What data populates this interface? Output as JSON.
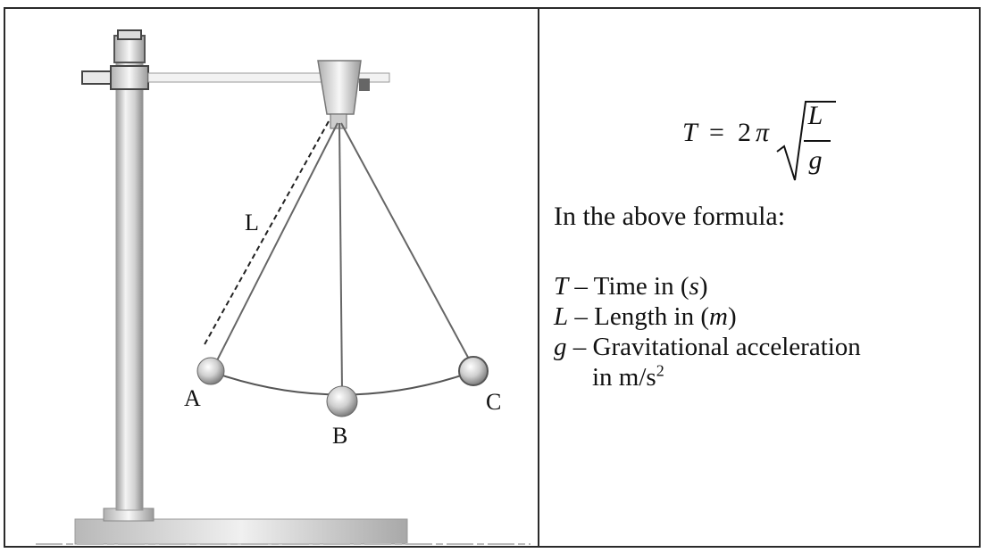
{
  "diagram": {
    "labels": {
      "length": "L",
      "point_a": "A",
      "point_b": "B",
      "point_c": "C"
    }
  },
  "formula": {
    "lhs": "T",
    "equals": "=",
    "coefficient": "2",
    "pi": "π",
    "numerator": "L",
    "denominator": "g"
  },
  "explanation": {
    "intro": "In the above formula:",
    "definitions": [
      {
        "symbol": "T",
        "dash": " – ",
        "text": "Time in (",
        "unit": "s",
        "close": ")"
      },
      {
        "symbol": "L",
        "dash": " – ",
        "text": "Length in (",
        "unit": "m",
        "close": ")"
      },
      {
        "symbol": "g",
        "dash": " – ",
        "text": "Gravitational  acceleration"
      }
    ],
    "unit_line": {
      "prefix": "in  m/s",
      "superscript": "2"
    }
  },
  "colors": {
    "border": "#2a2a2a",
    "metal_light": "#f2f2f2",
    "metal_mid": "#c8c8c8",
    "metal_dark": "#7a7a7a",
    "string": "#555555"
  }
}
